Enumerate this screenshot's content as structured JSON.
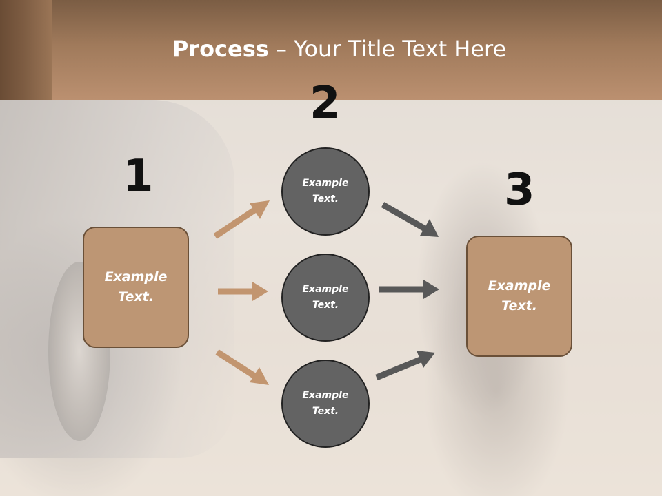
{
  "title": {
    "bold": "Process",
    "rest": " – Your Title Text Here"
  },
  "numbers": [
    "1",
    "2",
    "3"
  ],
  "left_box": {
    "line1": "Example",
    "line2": "Text."
  },
  "circles": [
    {
      "line1": "Example",
      "line2": "Text."
    },
    {
      "line1": "Example",
      "line2": "Text."
    },
    {
      "line1": "Example",
      "line2": "Text."
    }
  ],
  "right_box": {
    "line1": "Example",
    "line2": "Text."
  },
  "colors": {
    "header": "#a07a5b",
    "box_fill": "#bd9674",
    "box_border": "#6a5038",
    "circle_fill": "#636363",
    "arrow_tan": "#c2956f",
    "arrow_gray": "#585858"
  }
}
